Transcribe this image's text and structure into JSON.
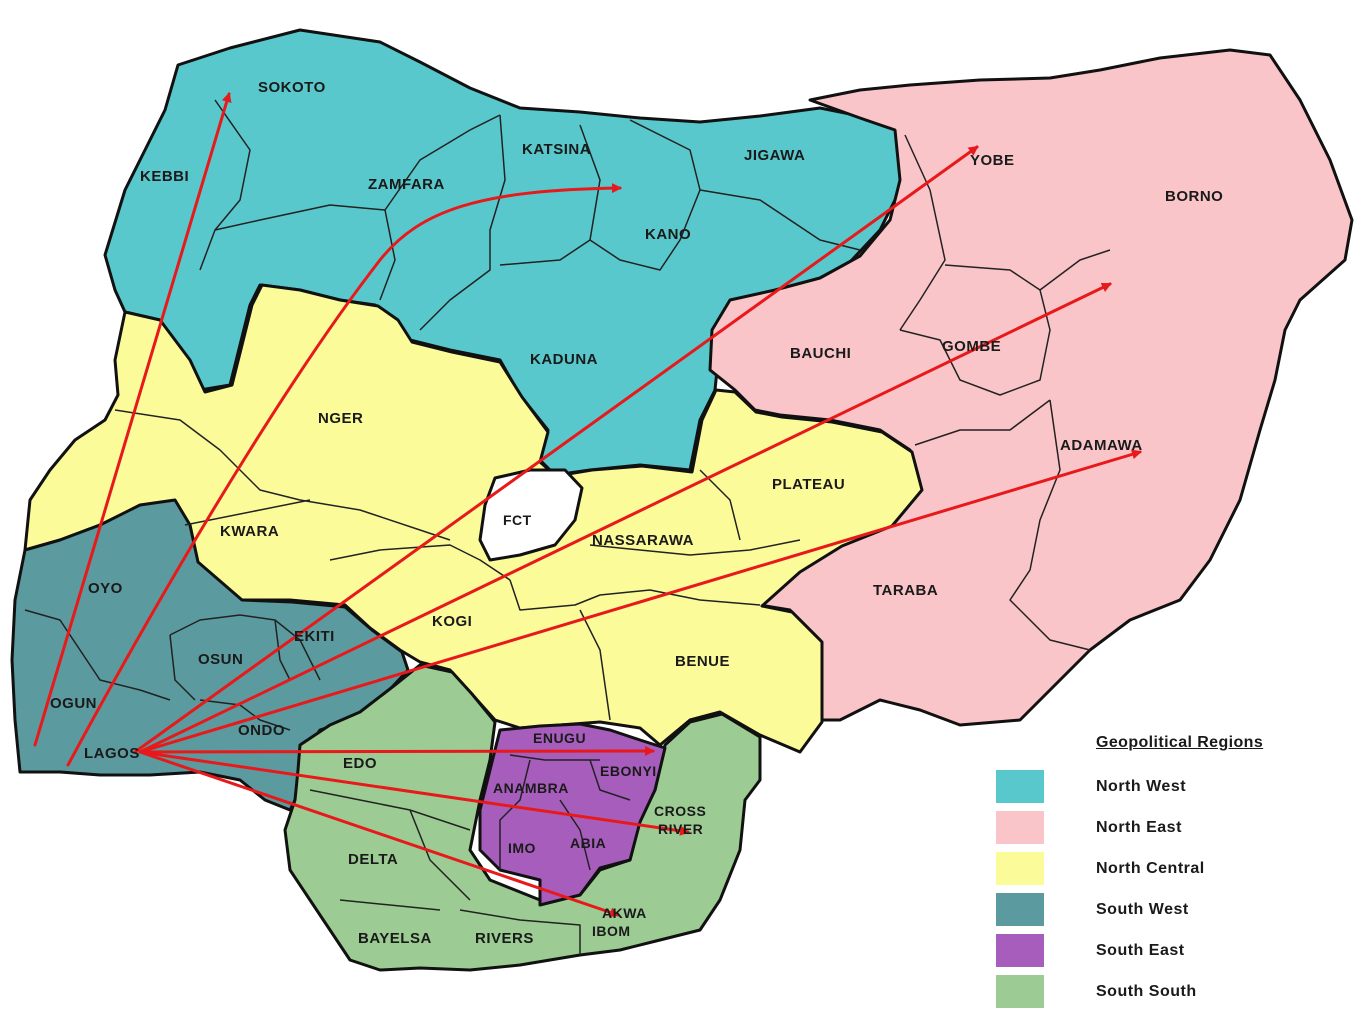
{
  "colors": {
    "north_west": "#58c8cc",
    "north_east": "#f9c5c9",
    "north_central": "#fbfb9a",
    "south_west": "#5b9a9e",
    "south_east": "#a65dbb",
    "south_south": "#9ccc93",
    "fct": "#ffffff",
    "arrow": "#e8191b",
    "border": "#111111"
  },
  "states": {
    "sokoto": "SOKOTO",
    "kebbi": "KEBBI",
    "zamfara": "ZAMFARA",
    "katsina": "KATSINA",
    "kano": "KANO",
    "jigawa": "JIGAWA",
    "kaduna": "KADUNA",
    "yobe": "YOBE",
    "borno": "BORNO",
    "bauchi": "BAUCHI",
    "gombe": "GOMBE",
    "adamawa": "ADAMAWA",
    "taraba": "TARABA",
    "niger": "NGER",
    "kwara": "KWARA",
    "fct": "FCT",
    "nassarawa": "NASSARAWA",
    "plateau": "PLATEAU",
    "kogi": "KOGI",
    "benue": "BENUE",
    "oyo": "OYO",
    "osun": "OSUN",
    "ekiti": "EKITI",
    "ogun": "OGUN",
    "ondo": "ONDO",
    "lagos": "LAGOS",
    "edo": "EDO",
    "delta": "DELTA",
    "bayelsa": "BAYELSA",
    "rivers": "RIVERS",
    "akwa_ibom_1": "AKWA",
    "akwa_ibom_2": "IBOM",
    "cross_river_1": "CROSS",
    "cross_river_2": "RIVER",
    "enugu": "ENUGU",
    "ebonyi": "EBONYI",
    "anambra": "ANAMBRA",
    "imo": "IMO",
    "abia": "ABIA"
  },
  "legend": {
    "title": "Geopolitical Regions",
    "items": [
      {
        "label": "North West",
        "color": "#58c8cc"
      },
      {
        "label": "North East",
        "color": "#f9c5c9"
      },
      {
        "label": "North Central",
        "color": "#fbfb9a"
      },
      {
        "label": "South West",
        "color": "#5b9a9e"
      },
      {
        "label": "South East",
        "color": "#a65dbb"
      },
      {
        "label": "South South",
        "color": "#9ccc93"
      }
    ]
  }
}
